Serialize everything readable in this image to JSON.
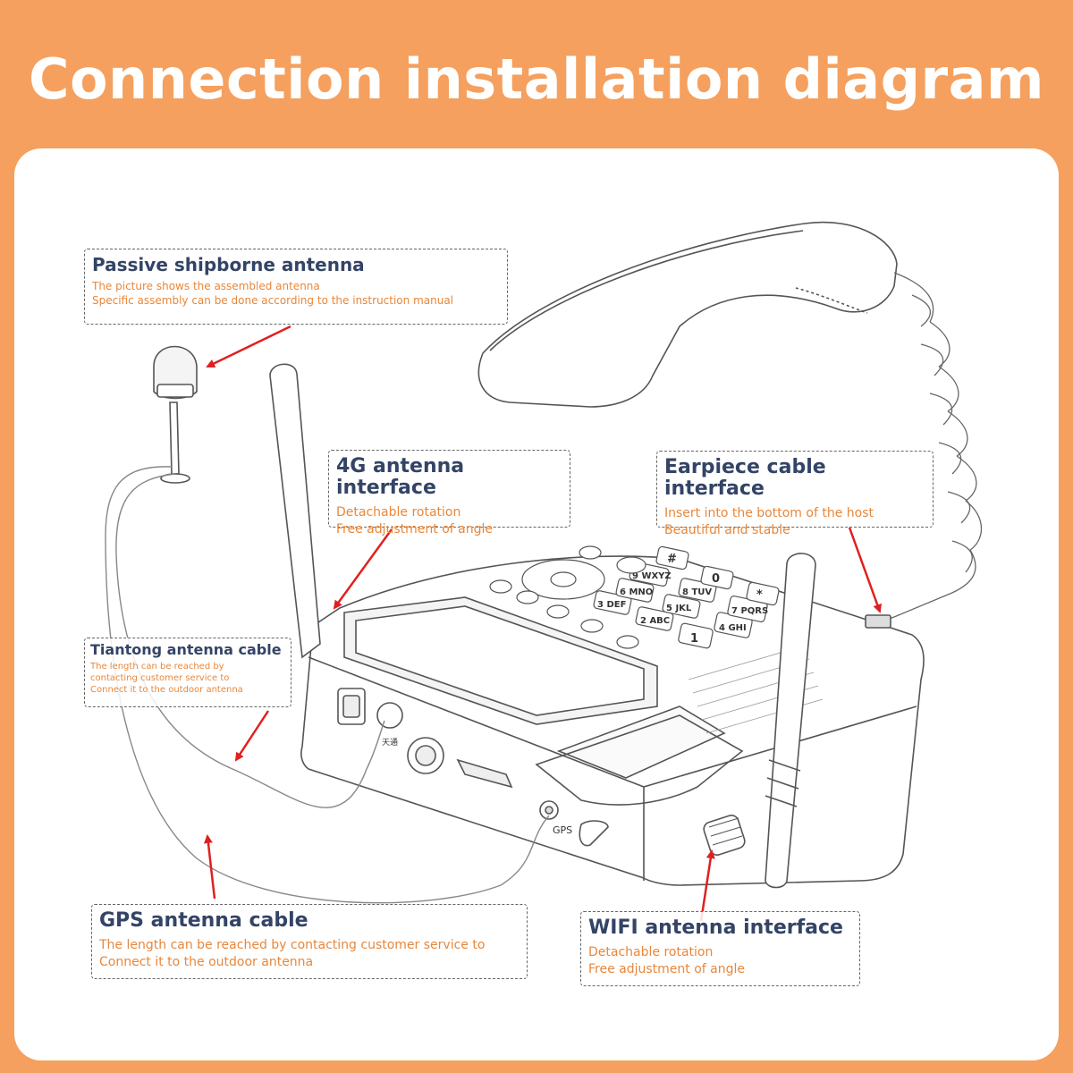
{
  "title": "Connection installation diagram",
  "colors": {
    "background": "#F5A05E",
    "panel": "#ffffff",
    "heading": "#334466",
    "description": "#E8873A",
    "arrow": "#E02020"
  },
  "callouts": {
    "shipborne": {
      "heading": "Passive shipborne antenna",
      "lines": [
        "The picture shows the assembled antenna",
        "Specific assembly can be done according to the instruction manual"
      ]
    },
    "antenna_4g": {
      "heading": "4G antenna interface",
      "lines": [
        "Detachable rotation",
        "Free adjustment of angle"
      ]
    },
    "earpiece": {
      "heading": "Earpiece cable interface",
      "lines": [
        "Insert into the bottom of the host",
        "Beautiful and stable"
      ]
    },
    "tiantong": {
      "heading": "Tiantong antenna cable",
      "lines": [
        "The length can be reached by",
        "contacting customer service to",
        "Connect it to the outdoor antenna"
      ]
    },
    "gps": {
      "heading": "GPS antenna cable",
      "lines": [
        "The length can be reached by contacting customer service to",
        "Connect it to the outdoor antenna"
      ]
    },
    "wifi": {
      "heading": "WIFI antenna interface",
      "lines": [
        "Detachable rotation",
        "Free adjustment of angle"
      ]
    }
  },
  "device_labels": {
    "gps_port": "GPS",
    "tiantong_port": "天通"
  },
  "keypad": [
    "1",
    "2 ABC",
    "3 DEF",
    "4 GHI",
    "5 JKL",
    "6 MNO",
    "7 PQRS",
    "8 TUV",
    "9 WXYZ",
    "*",
    "0",
    "#"
  ]
}
